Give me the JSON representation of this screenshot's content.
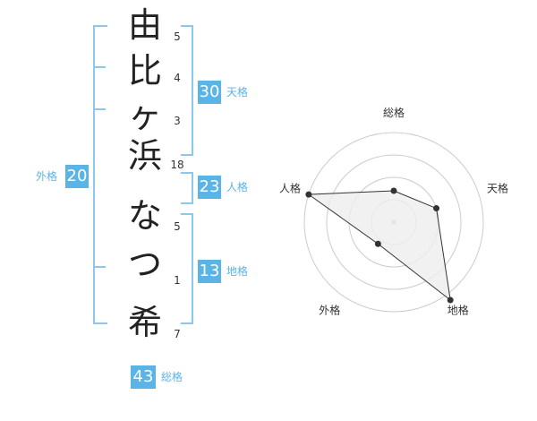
{
  "name_chars": [
    {
      "char": "由",
      "strokes": "5"
    },
    {
      "char": "比",
      "strokes": "4"
    },
    {
      "char": "ヶ",
      "strokes": "3"
    },
    {
      "char": "浜",
      "strokes": "18"
    },
    {
      "char": "な",
      "strokes": "5"
    },
    {
      "char": "つ",
      "strokes": "1"
    },
    {
      "char": "希",
      "strokes": "7"
    }
  ],
  "fortune": {
    "tenkaku": {
      "value": "30",
      "label": "天格"
    },
    "jinkaku": {
      "value": "23",
      "label": "人格"
    },
    "chikaku": {
      "value": "13",
      "label": "地格"
    },
    "gaikaku": {
      "value": "20",
      "label": "外格"
    },
    "soukaku": {
      "value": "43",
      "label": "総格"
    }
  },
  "radar": {
    "axes": [
      "総格",
      "天格",
      "地格",
      "外格",
      "人格"
    ],
    "values": [
      1.4,
      2.0,
      4.3,
      1.2,
      4.0
    ],
    "max": 4,
    "fill_color": "#eeeeee",
    "line_color": "#333333",
    "grid_color": "#cccccc"
  }
}
